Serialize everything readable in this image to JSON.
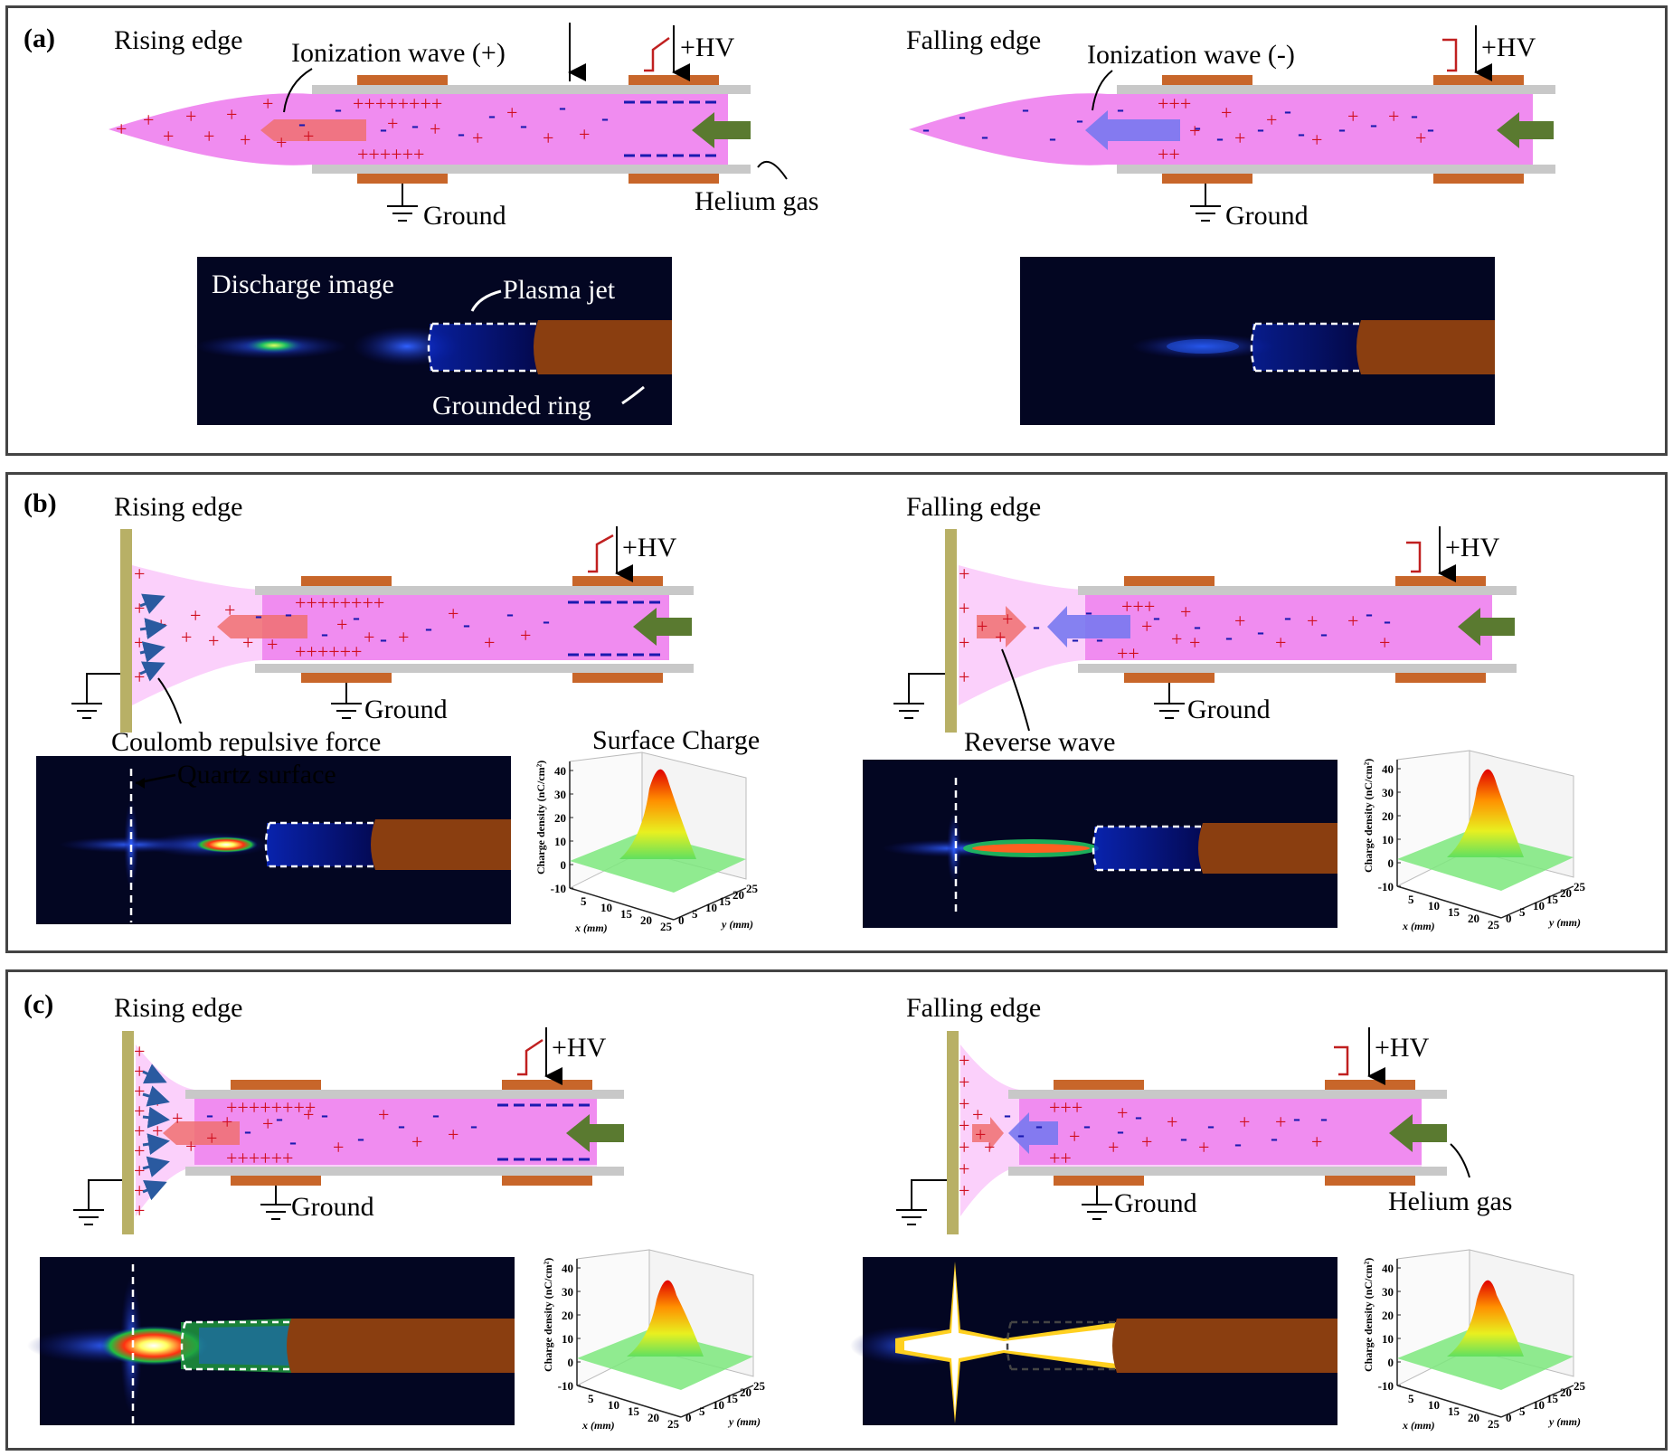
{
  "panels": [
    {
      "letter": "(a)",
      "rising_title": "Rising edge",
      "falling_title": "Falling edge",
      "wave_plus": "Ionization wave (+)",
      "wave_minus": "Ionization wave (-)",
      "hv": "+HV",
      "ground": "Ground",
      "helium": "Helium gas",
      "discharge_image": "Discharge image",
      "plasma_jet": "Plasma jet",
      "grounded_ring": "Grounded ring"
    },
    {
      "letter": "(b)",
      "rising_title": "Rising edge",
      "falling_title": "Falling edge",
      "hv": "+HV",
      "ground": "Ground",
      "coulomb": "Coulomb repulsive force",
      "quartz": "Quartz surface",
      "reverse": "Reverse wave",
      "surface_charge": "Surface Charge"
    },
    {
      "letter": "(c)",
      "rising_title": "Rising edge",
      "falling_title": "Falling edge",
      "hv": "+HV",
      "ground": "Ground",
      "helium": "Helium gas"
    }
  ],
  "surface_plot": {
    "zlabel": "Charge density (nC/cm²)",
    "xlabel": "x (mm)",
    "ylabel": "y (mm)",
    "zticks": [
      "-10",
      "0",
      "10",
      "20",
      "30",
      "40"
    ],
    "xticks": [
      "5",
      "10",
      "15",
      "20",
      "25"
    ],
    "yticks": [
      "0",
      "5",
      "10",
      "15",
      "20",
      "25"
    ]
  },
  "colors": {
    "plasma": "#f08cf0",
    "electrode": "#c8662a",
    "tube": "#c8c8c8",
    "gas_arrow": "#5a7a30",
    "plus": "#d01020",
    "minus": "#1a1ab0",
    "dielectric": "#b8b066",
    "ring": "#8a3e10"
  }
}
